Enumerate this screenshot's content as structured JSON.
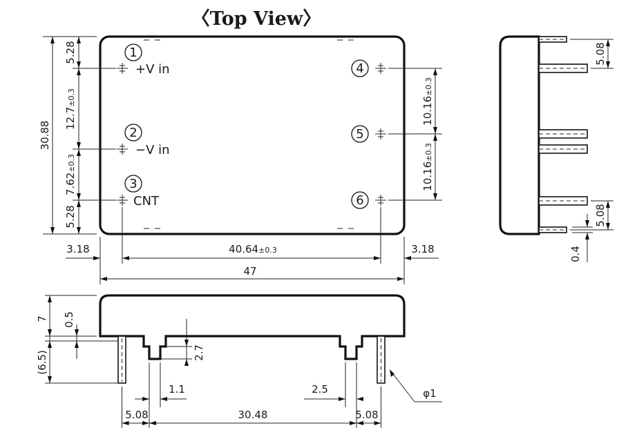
{
  "title": "〈Top View〉",
  "pins": [
    {
      "number": "1",
      "label": "+V in"
    },
    {
      "number": "2",
      "label": "−V in"
    },
    {
      "number": "3",
      "label": "CNT"
    },
    {
      "number": "4",
      "label": ""
    },
    {
      "number": "5",
      "label": ""
    },
    {
      "number": "6",
      "label": ""
    }
  ],
  "top_view": {
    "overall_height": "30.88",
    "left_top": "5.28",
    "left_pitch_1": "12.7",
    "left_pitch_2": "7.62",
    "left_bottom": "5.28",
    "right_pitch_1": "10.16",
    "right_pitch_2": "10.16",
    "tolerance": "±0.3",
    "left_edge": "3.18",
    "pin_span": "40.64",
    "right_edge": "3.18",
    "overall_width": "47"
  },
  "side_view": {
    "top_offset": "5.08",
    "bottom_offset": "5.08",
    "standoff": "0.4"
  },
  "front_view": {
    "body_height": "7",
    "standoff": "0.5",
    "pin_length": "(6.5)",
    "notch_depth": "2.7",
    "notch_width": "1.1",
    "foot_width": "2.5",
    "pin_diameter": "φ1",
    "left_offset": "5.08",
    "pin_spacing": "30.48",
    "right_offset": "5.08"
  }
}
